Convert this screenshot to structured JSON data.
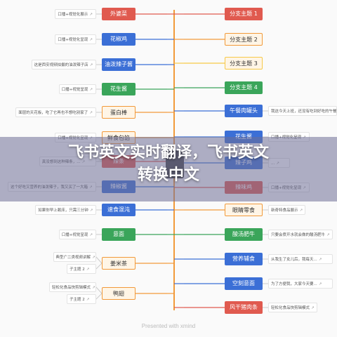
{
  "banner": {
    "line1": "飞书英文实时翻译，飞书英文",
    "line2": "转换中文"
  },
  "footer": "Presented with xmind",
  "colors": {
    "red": "#e05a4f",
    "orange": "#f29a3a",
    "yellow": "#f7c948",
    "green": "#3aa55a",
    "blue": "#3b6fd6",
    "trunk": "#f29a3a"
  },
  "left_nodes": [
    {
      "label": "外婆菜",
      "color": "red",
      "note": "口播+视觉化展示"
    },
    {
      "label": "花椒鸡",
      "color": "blue",
      "note": "口播+视觉化呈现"
    },
    {
      "label": "油泼辣子酱",
      "color": "blue",
      "note": "这是西安视频拍摄的油泼辣子店"
    },
    {
      "label": "花生酱",
      "color": "green",
      "note": "口播+视觉呈现"
    },
    {
      "label": "蛋白棒",
      "color": "orange",
      "note": "面层的天花板，吃了它再也不想吃别家了"
    },
    {
      "label": "鲜食包馅",
      "color": "orange",
      "note": "口播+视觉化呈现"
    },
    {
      "label": "辣条",
      "color": "red",
      "note": "真没想到这种辣条，..."
    },
    {
      "label": "辣椒酱",
      "color": "blue",
      "note": "这个好吃又营养的油泼辣子，我又买了一大箱"
    },
    {
      "label": "速食混沌",
      "color": "blue",
      "note": "如果你早上赖床，只需三分钟"
    },
    {
      "label": "意面",
      "color": "green",
      "note": "口播+视觉呈现"
    },
    {
      "label": "姜米茶",
      "color": "orange",
      "note": "典型广二类视频讲解",
      "note2": "子主题 2"
    },
    {
      "label": "鸭翅",
      "color": "orange",
      "note": "轻松化食品快剪辑模式",
      "note2": "子主题 2"
    }
  ],
  "right_nodes": [
    {
      "label": "分支主题 1",
      "color": "red"
    },
    {
      "label": "分支主题 2",
      "color": "orange"
    },
    {
      "label": "分支主题 3",
      "color": "yellow"
    },
    {
      "label": "分支主题 4",
      "color": "green"
    },
    {
      "label": "午餐肉罐头",
      "color": "blue",
      "note": "我这今天上班，还没有吃到好吃的午餐..."
    },
    {
      "label": "花生酱",
      "color": "blue",
      "note": "口播+视觉化呈现"
    },
    {
      "label": "辣子鸡",
      "color": "blue",
      "note": "..."
    },
    {
      "label": "辣味鸡",
      "color": "red",
      "note": "口播+视觉化呈现"
    },
    {
      "label": "眼睛零食",
      "color": "orange",
      "note": "新奇特食品展示"
    },
    {
      "label": "酸汤肥牛",
      "color": "green",
      "note": "只要会煮开水就会做的酸汤肥牛"
    },
    {
      "label": "营养辅食",
      "color": "blue",
      "note": "从我生了女儿后，我每天..."
    },
    {
      "label": "空刻意面",
      "color": "blue",
      "note": "为了方便我，大家今天要..."
    },
    {
      "label": "风干猪肉条",
      "color": "red",
      "note": "轻松化食品快剪辑模式"
    }
  ]
}
